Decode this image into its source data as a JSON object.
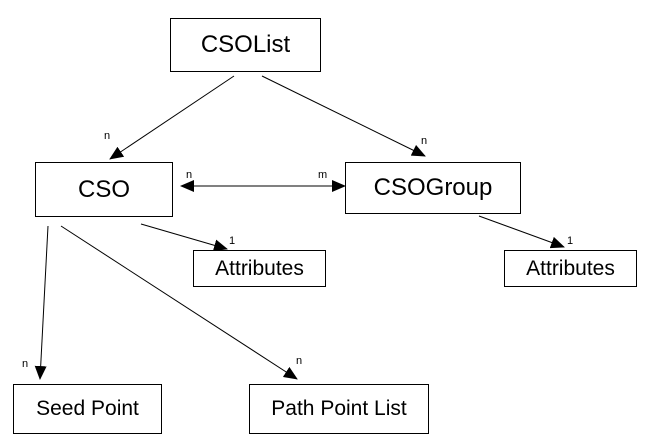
{
  "nodes": {
    "csolist": "CSOList",
    "cso": "CSO",
    "csogroup": "CSOGroup",
    "cso_attributes": "Attributes",
    "group_attributes": "Attributes",
    "seed_point": "Seed Point",
    "path_point_list": "Path Point List"
  },
  "multiplicities": {
    "csolist_to_cso": "n",
    "csolist_to_csogroup": "n",
    "cso_side_of_cso_csogroup": "n",
    "csogroup_side_of_cso_csogroup": "m",
    "cso_to_attributes": "1",
    "csogroup_to_attributes": "1",
    "cso_to_seed_point": "n",
    "cso_to_path_point_list": "n"
  },
  "colors": {
    "line": "#000000",
    "background": "#ffffff",
    "text": "#000000"
  }
}
